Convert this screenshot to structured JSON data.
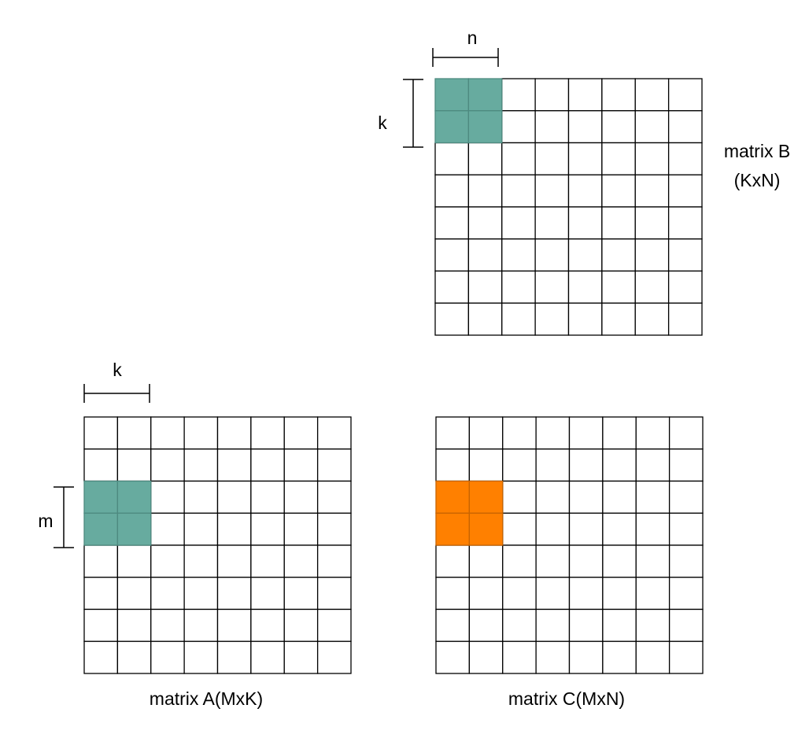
{
  "colors": {
    "operand_block": "#67AB9F",
    "operand_block_border": "#4E8A80",
    "result_block": "#FF8000",
    "result_block_border": "#C86400",
    "grid_line": "#000000"
  },
  "matrices": [
    {
      "id": "B",
      "label": "matrix B",
      "sublabel": "(KxN)",
      "rows": 8,
      "cols": 8,
      "highlight": {
        "row_start": 0,
        "row_end": 1,
        "col_start": 0,
        "col_end": 1,
        "color_key": "operand_block"
      }
    },
    {
      "id": "A",
      "label": "matrix A(MxK)",
      "rows": 8,
      "cols": 8,
      "highlight": {
        "row_start": 2,
        "row_end": 3,
        "col_start": 0,
        "col_end": 1,
        "color_key": "operand_block"
      }
    },
    {
      "id": "C",
      "label": "matrix C(MxN)",
      "rows": 8,
      "cols": 8,
      "highlight": {
        "row_start": 2,
        "row_end": 3,
        "col_start": 0,
        "col_end": 1,
        "color_key": "result_block"
      }
    }
  ],
  "dimension_labels": {
    "b_width": "n",
    "b_height": "k",
    "a_width": "k",
    "a_height": "m"
  }
}
